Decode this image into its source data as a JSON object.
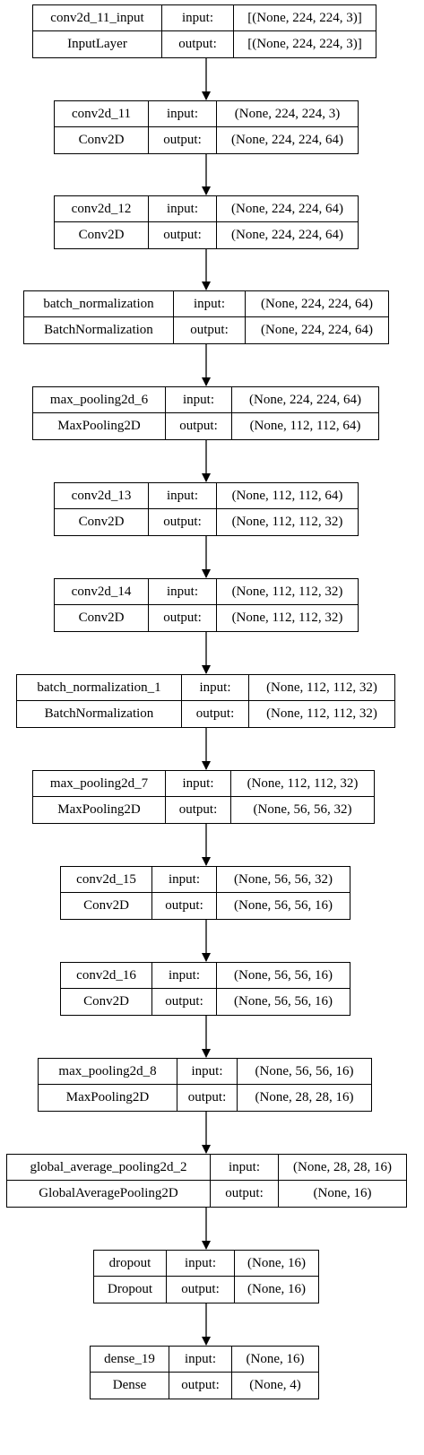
{
  "diagram": {
    "nodes": [
      {
        "name": "conv2d_11_input",
        "type": "InputLayer",
        "input_label": "input:",
        "output_label": "output:",
        "input_shape": "[(None, 224, 224, 3)]",
        "output_shape": "[(None, 224, 224, 3)]"
      },
      {
        "name": "conv2d_11",
        "type": "Conv2D",
        "input_label": "input:",
        "output_label": "output:",
        "input_shape": "(None, 224, 224, 3)",
        "output_shape": "(None, 224, 224, 64)"
      },
      {
        "name": "conv2d_12",
        "type": "Conv2D",
        "input_label": "input:",
        "output_label": "output:",
        "input_shape": "(None, 224, 224, 64)",
        "output_shape": "(None, 224, 224, 64)"
      },
      {
        "name": "batch_normalization",
        "type": "BatchNormalization",
        "input_label": "input:",
        "output_label": "output:",
        "input_shape": "(None, 224, 224, 64)",
        "output_shape": "(None, 224, 224, 64)"
      },
      {
        "name": "max_pooling2d_6",
        "type": "MaxPooling2D",
        "input_label": "input:",
        "output_label": "output:",
        "input_shape": "(None, 224, 224, 64)",
        "output_shape": "(None, 112, 112, 64)"
      },
      {
        "name": "conv2d_13",
        "type": "Conv2D",
        "input_label": "input:",
        "output_label": "output:",
        "input_shape": "(None, 112, 112, 64)",
        "output_shape": "(None, 112, 112, 32)"
      },
      {
        "name": "conv2d_14",
        "type": "Conv2D",
        "input_label": "input:",
        "output_label": "output:",
        "input_shape": "(None, 112, 112, 32)",
        "output_shape": "(None, 112, 112, 32)"
      },
      {
        "name": "batch_normalization_1",
        "type": "BatchNormalization",
        "input_label": "input:",
        "output_label": "output:",
        "input_shape": "(None, 112, 112, 32)",
        "output_shape": "(None, 112, 112, 32)"
      },
      {
        "name": "max_pooling2d_7",
        "type": "MaxPooling2D",
        "input_label": "input:",
        "output_label": "output:",
        "input_shape": "(None, 112, 112, 32)",
        "output_shape": "(None, 56, 56, 32)"
      },
      {
        "name": "conv2d_15",
        "type": "Conv2D",
        "input_label": "input:",
        "output_label": "output:",
        "input_shape": "(None, 56, 56, 32)",
        "output_shape": "(None, 56, 56, 16)"
      },
      {
        "name": "conv2d_16",
        "type": "Conv2D",
        "input_label": "input:",
        "output_label": "output:",
        "input_shape": "(None, 56, 56, 16)",
        "output_shape": "(None, 56, 56, 16)"
      },
      {
        "name": "max_pooling2d_8",
        "type": "MaxPooling2D",
        "input_label": "input:",
        "output_label": "output:",
        "input_shape": "(None, 56, 56, 16)",
        "output_shape": "(None, 28, 28, 16)"
      },
      {
        "name": "global_average_pooling2d_2",
        "type": "GlobalAveragePooling2D",
        "input_label": "input:",
        "output_label": "output:",
        "input_shape": "(None, 28, 28, 16)",
        "output_shape": "(None, 16)"
      },
      {
        "name": "dropout",
        "type": "Dropout",
        "input_label": "input:",
        "output_label": "output:",
        "input_shape": "(None, 16)",
        "output_shape": "(None, 16)"
      },
      {
        "name": "dense_19",
        "type": "Dense",
        "input_label": "input:",
        "output_label": "output:",
        "input_shape": "(None, 16)",
        "output_shape": "(None, 4)"
      }
    ]
  }
}
